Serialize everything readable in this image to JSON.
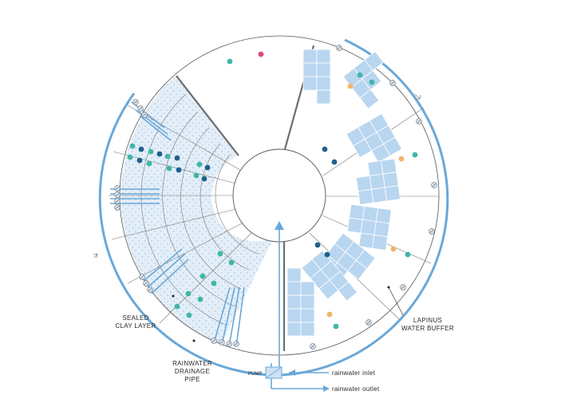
{
  "labels": {
    "sealed_clay": [
      "SEALED",
      "CLAY LAYER"
    ],
    "drainage": [
      "RAINWATER",
      "DRAINAGE",
      "PIPE"
    ],
    "lapinus": [
      "LAPINUS",
      "WATER BUFFER"
    ],
    "pump": "PUMP",
    "inlet": "rainwater inlet",
    "outlet": "rainwater outlet"
  },
  "colors": {
    "pipe_blue": "#6aa8d8",
    "zone_fill": "#e3eef8",
    "block_fill": "#b9d6f0",
    "dot_teal": "#3fb6a8",
    "dot_navy": "#1f5f8f",
    "dot_orange": "#f2b567",
    "dot_pink": "#e0497a"
  },
  "icons": {
    "valve": "valve-icon",
    "arrow": "arrow-icon",
    "pump": "pump-icon"
  }
}
